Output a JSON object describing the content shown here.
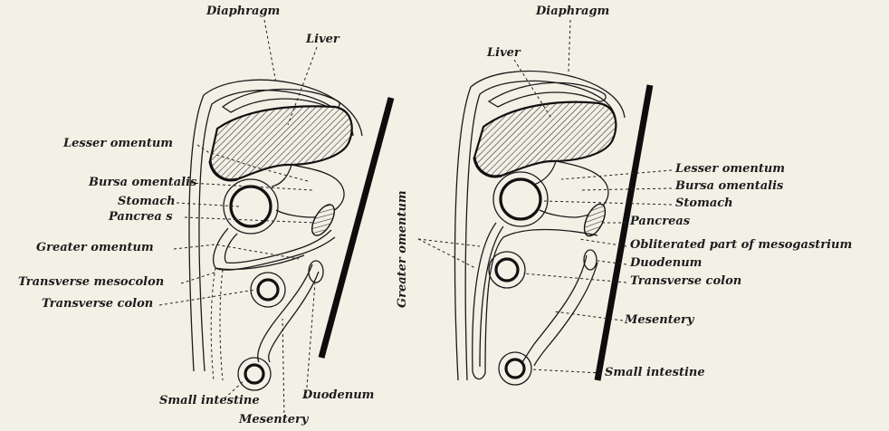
{
  "left_diagram": {
    "labels": {
      "diaphragm": "Diaphragm",
      "liver": "Liver",
      "lesser_omentum": "Lesser omentum",
      "bursa_omentalis": "Bursa omentalis",
      "stomach": "Stomach",
      "pancreas": "Pancrea s",
      "greater_omentum": "Greater omentum",
      "transverse_mesocolon": "Transverse mesocolon",
      "transverse_colon": "Transverse colon",
      "small_intestine": "Small intestine",
      "mesentery": "Mesentery",
      "duodenum": "Duodenum"
    }
  },
  "right_diagram": {
    "labels": {
      "diaphragm": "Diaphragm",
      "liver": "Liver",
      "greater_omentum": "Greater omentum",
      "lesser_omentum": "Lesser omentum",
      "bursa_omentalis": "Bursa omentalis",
      "stomach": "Stomach",
      "pancreas": "Pancreas",
      "obliterated_mesogastrium": "Obliterated part of mesogastrium",
      "duodenum": "Duodenum",
      "transverse_colon": "Transverse colon",
      "mesentery": "Mesentery",
      "small_intestine": "Small intestine"
    }
  }
}
